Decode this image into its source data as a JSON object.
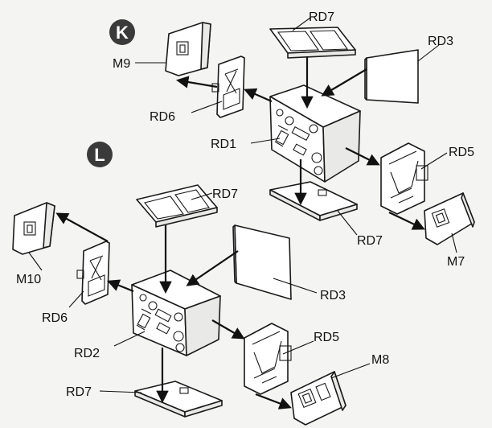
{
  "steps": {
    "k": "K",
    "l": "L"
  },
  "labels": {
    "k_rd7_top": "RD7",
    "k_rd3": "RD3",
    "k_m9": "M9",
    "k_rd6": "RD6",
    "k_rd1": "RD1",
    "k_rd5": "RD5",
    "k_rd7_bottom": "RD7",
    "k_m7": "M7",
    "l_rd7_top": "RD7",
    "l_m10": "M10",
    "l_rd6": "RD6",
    "l_rd3": "RD3",
    "l_rd2": "RD2",
    "l_rd5": "RD5",
    "l_m8": "M8",
    "l_rd7_bottom": "RD7"
  },
  "colors": {
    "badge": "#3a3a3a",
    "ink": "#111111",
    "background": "#f4f4f2"
  }
}
